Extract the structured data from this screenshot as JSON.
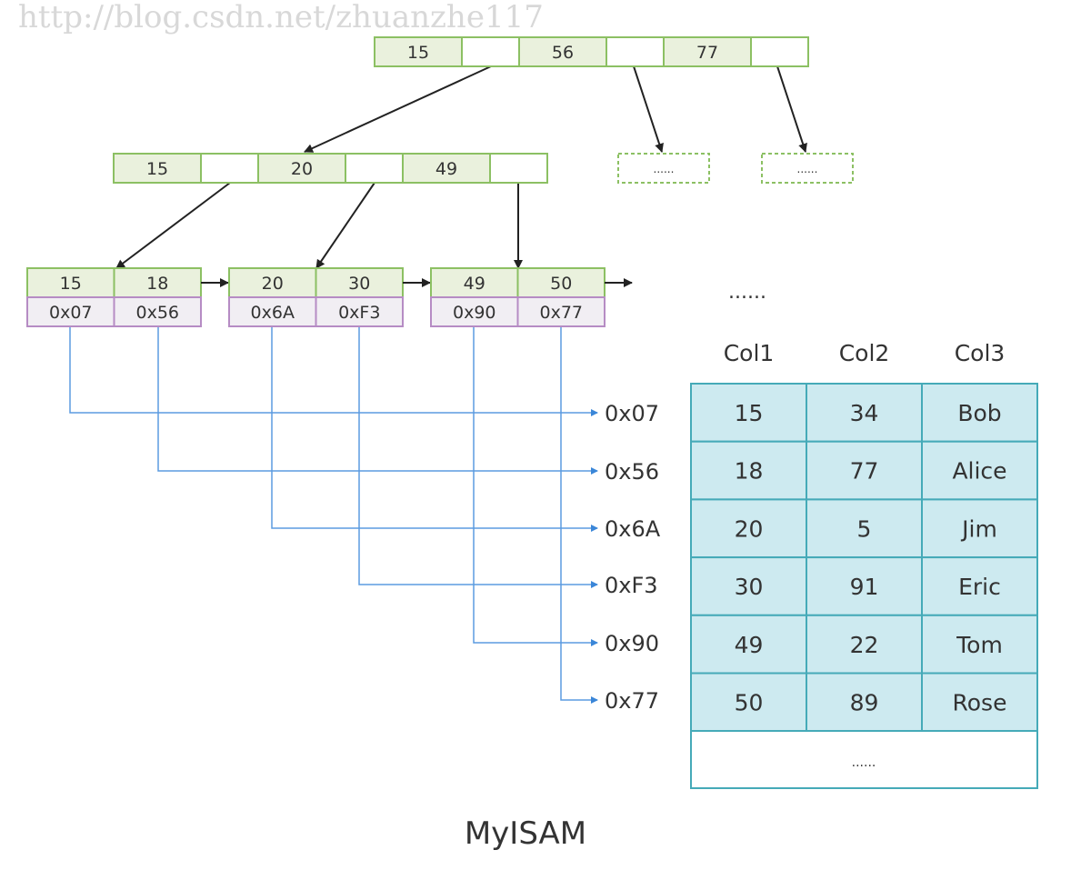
{
  "colors": {
    "key_fill": "#eaf1dd",
    "key_border": "#8cc063",
    "addr_fill": "#f1eef3",
    "addr_border": "#b68cc4",
    "pointer_line": "#5b9be0",
    "table_fill": "#cdeaf0",
    "table_border": "#45aab8",
    "arrow": "#222222"
  },
  "root_node": {
    "keys": [
      "15",
      "56",
      "77"
    ]
  },
  "internal_node": {
    "keys": [
      "15",
      "20",
      "49"
    ]
  },
  "placeholder_nodes": [
    "......",
    "......"
  ],
  "leaf_nodes": [
    {
      "keys": [
        "15",
        "18"
      ],
      "addresses": [
        "0x07",
        "0x56"
      ]
    },
    {
      "keys": [
        "20",
        "30"
      ],
      "addresses": [
        "0x6A",
        "0xF3"
      ]
    },
    {
      "keys": [
        "49",
        "50"
      ],
      "addresses": [
        "0x90",
        "0x77"
      ]
    }
  ],
  "leaf_continuation": "......",
  "row_addresses": [
    "0x07",
    "0x56",
    "0x6A",
    "0xF3",
    "0x90",
    "0x77"
  ],
  "table": {
    "columns": [
      "Col1",
      "Col2",
      "Col3"
    ],
    "rows": [
      [
        "15",
        "34",
        "Bob"
      ],
      [
        "18",
        "77",
        "Alice"
      ],
      [
        "20",
        "5",
        "Jim"
      ],
      [
        "30",
        "91",
        "Eric"
      ],
      [
        "49",
        "22",
        "Tom"
      ],
      [
        "50",
        "89",
        "Rose"
      ]
    ],
    "footer": "......"
  },
  "caption": "MyISAM",
  "watermark": "http://blog.csdn.net/zhuanzhe117"
}
